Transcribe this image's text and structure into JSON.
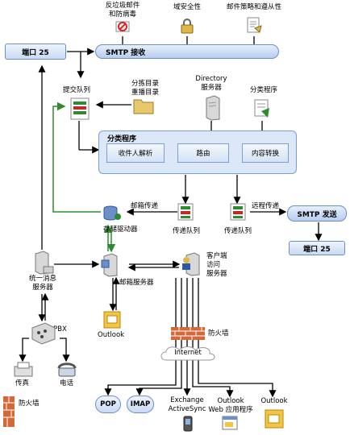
{
  "top_policies": {
    "antispam": "反垃圾邮件\n和防病毒",
    "domain_security": "域安全性",
    "policy_compliance": "邮件策略和遵从性"
  },
  "port_top": "端口 25",
  "smtp_receive": "SMTP 接收",
  "submission_queue": "提交队列",
  "pickup_replay": "分拣目录\n重播目录",
  "directory_servers": "Directory\n服务器",
  "categorizer": "分类程序",
  "categorizer_panel": {
    "title": "分类程序",
    "steps": [
      "收件人解析",
      "路由",
      "内容转换"
    ]
  },
  "mailbox_delivery": "邮箱传递",
  "store_driver": "存储驱动器",
  "delivery_queue_1": "传递队列",
  "delivery_queue_2": "传递队列",
  "remote_delivery": "远程传递",
  "smtp_send": "SMTP 发送",
  "port_bottom": "端口 25",
  "um_server": "统一消息\n服务器",
  "mailbox_server": "邮箱服务器",
  "client_access": "客户端\n访问\n服务器",
  "outlook_mid": "Outlook",
  "firewall_right": "防火墙",
  "internet": "Internet",
  "pbx": "PBX",
  "fax": "传真",
  "phone": "电话",
  "firewall_left": "防火墙",
  "protocols": {
    "pop": "POP",
    "imap": "IMAP"
  },
  "clients": {
    "activesync": "Exchange\nActiveSync",
    "owa": "Outlook\nWeb 应用程序",
    "outlook": "Outlook"
  },
  "colors": {
    "flow": "#000000",
    "store_flow": "#2e8b2e",
    "panel": "#dce8f8",
    "accent": "#6a8fc9",
    "firewall": "#d2693a"
  }
}
